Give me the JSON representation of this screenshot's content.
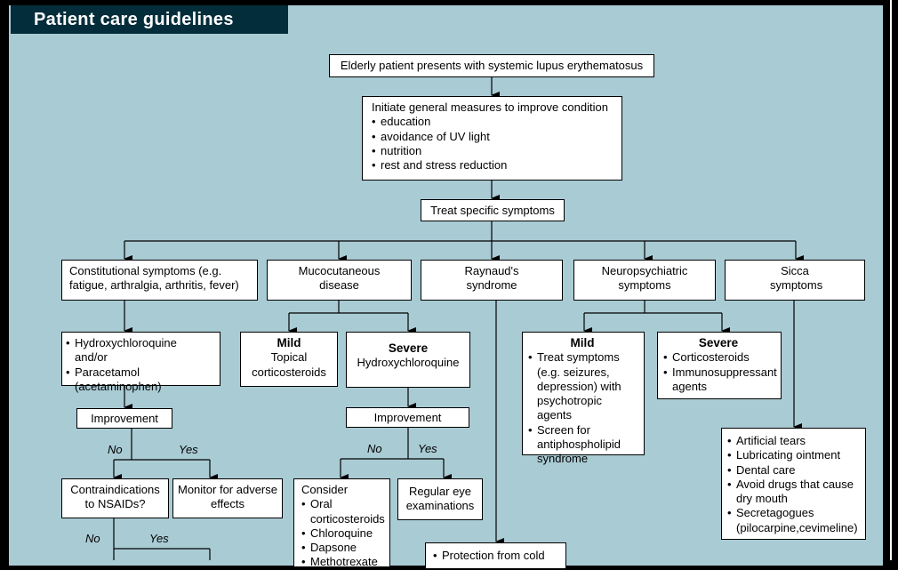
{
  "title": "Patient care guidelines",
  "start": "Elderly patient presents with systemic lupus erythematosus",
  "general": {
    "heading": "Initiate general measures to improve condition",
    "items": [
      "education",
      "avoidance of UV light",
      "nutrition",
      "rest and stress reduction"
    ]
  },
  "treat": "Treat  specific symptoms",
  "categories": [
    "Constitutional symptoms (e.g. fatigue, arthralgia, arthritis, fever)",
    "Mucocutaneous disease",
    "Raynaud's syndrome",
    "Neuropsychiatric symptoms",
    "Sicca symptoms"
  ],
  "constitutional": {
    "items": [
      "Hydroxychloroquine and/or",
      "Paracetamol (acetaminophen)"
    ],
    "improvement": "Improvement",
    "no": "No",
    "yes": "Yes",
    "contra": "Contraindications to NSAIDs?",
    "monitor": "Monitor for adverse effects",
    "no2": "No",
    "yes2": "Yes"
  },
  "mucocutaneous": {
    "mild_title": "Mild",
    "mild_text": "Topical corticosteroids",
    "severe_title": "Severe",
    "severe_text": "Hydroxychloroquine",
    "improvement": "Improvement",
    "no": "No",
    "yes": "Yes",
    "consider": "Consider",
    "consider_items": [
      "Oral corticosteroids",
      "Chloroquine",
      "Dapsone",
      "Methotrexate"
    ],
    "eye": "Regular eye examinations"
  },
  "raynaud": {
    "items": [
      "Protection from cold"
    ]
  },
  "neuro": {
    "mild_title": "Mild",
    "mild_items": [
      "Treat symptoms (e.g. seizures, depression) with psychotropic agents",
      "Screen for antiphospholipid syndrome"
    ],
    "severe_title": "Severe",
    "severe_items": [
      "Corticosteroids",
      "Immunosuppressant agents"
    ]
  },
  "sicca": {
    "items": [
      "Artificial tears",
      "Lubricating ointment",
      "Dental care",
      "Avoid drugs that cause dry mouth",
      "Secretagogues (pilocarpine,cevimeline)"
    ]
  }
}
